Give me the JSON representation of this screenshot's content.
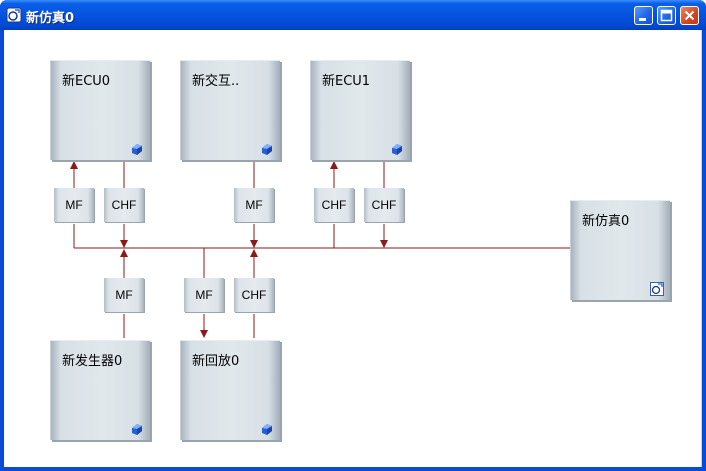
{
  "window": {
    "title": "新仿真0",
    "icon": "simulation-icon",
    "buttons": [
      "minimize",
      "maximize",
      "close"
    ]
  },
  "nodes": {
    "ecu0": {
      "label": "新ECU0",
      "icon": "ecu-cube-icon"
    },
    "interactive": {
      "label": "新交互..",
      "icon": "ecu-cube-icon"
    },
    "ecu1": {
      "label": "新ECU1",
      "icon": "ecu-cube-icon"
    },
    "sim": {
      "label": "新仿真0",
      "icon": "simulation-icon"
    },
    "generator": {
      "label": "新发生器0",
      "icon": "ecu-cube-icon"
    },
    "replay": {
      "label": "新回放0",
      "icon": "ecu-cube-icon"
    }
  },
  "ports": {
    "ecu0_mf": "MF",
    "ecu0_chf": "CHF",
    "interactive_mf": "MF",
    "ecu1_chf_a": "CHF",
    "ecu1_chf_b": "CHF",
    "generator_mf": "MF",
    "replay_mf": "MF",
    "replay_chf": "CHF"
  },
  "colors": {
    "connector": "#8b1a1a",
    "titlebar": "#0554e0"
  }
}
